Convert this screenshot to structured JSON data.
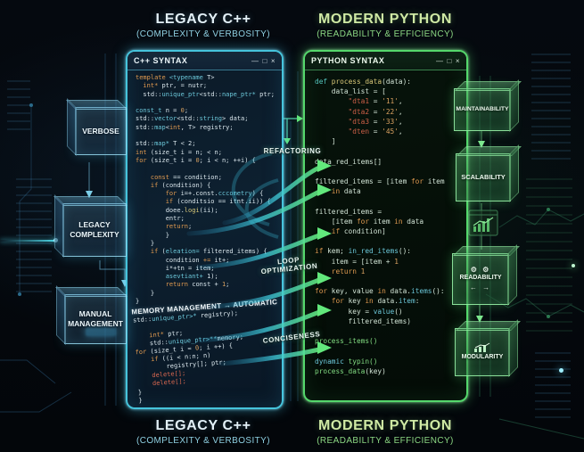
{
  "palette": {
    "cyan_accent": "#46c4dc",
    "green_accent": "#55d86c"
  },
  "headers": {
    "top_left": {
      "title": "LEGACY C++",
      "subtitle": "(COMPLEXITY & VERBOSITY)"
    },
    "top_right": {
      "title": "MODERN PYTHON",
      "subtitle": "(READABILITY & EFFICIENCY)"
    },
    "bottom_left": {
      "title": "LEGACY C++",
      "subtitle": "(COMPLEXITY & VERBOSITY)"
    },
    "bottom_right": {
      "title": "MODERN PYTHON",
      "subtitle": "(READABILITY & EFFICIENCY)"
    }
  },
  "cpp_window": {
    "title": "C++ SYNTAX",
    "controls": {
      "minimize": "—",
      "maximize": "□",
      "close": "×"
    },
    "memory_label": "MEMORY MANAGEMENT → AUTOMATIC",
    "code": [
      [
        [
          "k",
          "template"
        ],
        [
          "t",
          " <typename"
        ],
        [
          "p",
          " T>"
        ]
      ],
      [
        [
          "k",
          "  int*"
        ],
        [
          "p",
          " ptr, = nutr;"
        ]
      ],
      [
        [
          "p",
          "  std::"
        ],
        [
          "t",
          "unique_ptr"
        ],
        [
          "p",
          "<std::"
        ],
        [
          "t",
          "nape_ptr*"
        ],
        [
          "p",
          " ptr;"
        ]
      ],
      [],
      [
        [
          "t",
          "const_t"
        ],
        [
          "p",
          " n = "
        ],
        [
          "n",
          "0"
        ],
        [
          "p",
          ";"
        ]
      ],
      [
        [
          "p",
          "std::"
        ],
        [
          "t",
          "vector"
        ],
        [
          "p",
          "<std::"
        ],
        [
          "t",
          "string"
        ],
        [
          "p",
          "> data;"
        ]
      ],
      [
        [
          "p",
          "std::"
        ],
        [
          "t",
          "map"
        ],
        [
          "p",
          "<"
        ],
        [
          "k",
          "int"
        ],
        [
          "p",
          ", T> registry;"
        ]
      ],
      [],
      [
        [
          "p",
          "std::"
        ],
        [
          "t",
          "map*"
        ],
        [
          "p",
          " T < 2;"
        ]
      ],
      [
        [
          "k",
          "int"
        ],
        [
          "p",
          " (size_t i = n; < n;"
        ]
      ],
      [
        [
          "k",
          "for"
        ],
        [
          "p",
          " (size_t i = "
        ],
        [
          "n",
          "0"
        ],
        [
          "p",
          "; i < n; ++i) {"
        ]
      ],
      [],
      [
        [
          "k",
          "    const"
        ],
        [
          "p",
          " == condition;"
        ]
      ],
      [
        [
          "k",
          "    if"
        ],
        [
          "p",
          " (condition) {"
        ]
      ],
      [
        [
          "k",
          "        for"
        ],
        [
          "p",
          " i=+.const."
        ],
        [
          "t",
          "cccometry"
        ],
        [
          "p",
          ") {"
        ]
      ],
      [
        [
          "k",
          "        if"
        ],
        [
          "p",
          " (conditsio == itnt.ii)) {"
        ]
      ],
      [
        [
          "p",
          "        doee."
        ],
        [
          "f",
          "logi"
        ],
        [
          "p",
          "(ii);"
        ]
      ],
      [
        [
          "p",
          "        entr;"
        ]
      ],
      [
        [
          "k",
          "        return"
        ],
        [
          "p",
          ";"
        ]
      ],
      [
        [
          "p",
          "        }"
        ]
      ],
      [
        [
          "p",
          "    }"
        ]
      ],
      [
        [
          "k",
          "    if"
        ],
        [
          "p",
          " ("
        ],
        [
          "t",
          "eleation="
        ],
        [
          "p",
          " filtered_items) {"
        ]
      ],
      [
        [
          "p",
          "        condition "
        ],
        [
          "k",
          "+="
        ],
        [
          "p",
          " it+;"
        ]
      ],
      [
        [
          "p",
          "        i*+tn = item;"
        ]
      ],
      [
        [
          "t",
          "        asevtiant+"
        ],
        [
          "p",
          " 1);"
        ]
      ],
      [
        [
          "k",
          "        return"
        ],
        [
          "p",
          " const + "
        ],
        [
          "n",
          "1"
        ],
        [
          "p",
          ";"
        ]
      ],
      [
        [
          "p",
          "    }"
        ]
      ],
      [
        [
          "p",
          "}"
        ]
      ]
    ],
    "memory_code": [
      [
        [
          "p",
          "std::"
        ],
        [
          "t",
          "unique_ptr>*"
        ],
        [
          "p",
          " registry);"
        ]
      ],
      [],
      [
        [
          "k",
          "    int*"
        ],
        [
          "p",
          " ptr;"
        ]
      ],
      [
        [
          "p",
          "    std::"
        ],
        [
          "t",
          "unique_ptr>**"
        ],
        [
          "p",
          "memory;"
        ]
      ],
      [
        [
          "k",
          "for"
        ],
        [
          "p",
          " (size_t i = "
        ],
        [
          "n",
          "0"
        ],
        [
          "p",
          "; i ++) {"
        ]
      ],
      [
        [
          "k",
          "    if"
        ],
        [
          "p",
          " ((i < n:n; n)"
        ]
      ],
      [
        [
          "p",
          "        registry[]; ptr;"
        ]
      ],
      [
        [
          "r",
          "    delete[];"
        ]
      ],
      [
        [
          "r",
          "    delete[];"
        ]
      ],
      [
        [
          "p",
          "}"
        ]
      ],
      [
        [
          "p",
          "}"
        ]
      ]
    ]
  },
  "python_window": {
    "title": "PYTHON SYNTAX",
    "controls": {
      "minimize": "—",
      "maximize": "□",
      "close": "×"
    },
    "code": [
      [
        [
          "d",
          "def"
        ],
        [
          "f",
          " process_data"
        ],
        [
          "p",
          "(data):"
        ]
      ],
      [
        [
          "p",
          "    data_list = ["
        ]
      ],
      [
        [
          "s",
          "        \"dta1"
        ],
        [
          "p",
          " = "
        ],
        [
          "n",
          "'11'"
        ],
        [
          "p",
          ","
        ]
      ],
      [
        [
          "s",
          "        \"dta2"
        ],
        [
          "p",
          " = "
        ],
        [
          "n",
          "'22'"
        ],
        [
          "p",
          ","
        ]
      ],
      [
        [
          "s",
          "        \"dta3"
        ],
        [
          "p",
          " = "
        ],
        [
          "n",
          "'33'"
        ],
        [
          "p",
          ","
        ]
      ],
      [
        [
          "s",
          "        \"dten"
        ],
        [
          "p",
          " = "
        ],
        [
          "n",
          "'45'"
        ],
        [
          "p",
          ","
        ]
      ],
      [
        [
          "p",
          "    ]"
        ]
      ],
      [],
      [
        [
          "p",
          "data_red_items[]"
        ]
      ],
      [],
      [
        [
          "p",
          "filtered_items = [item "
        ],
        [
          "k",
          "for"
        ],
        [
          "p",
          " item"
        ]
      ],
      [
        [
          "p",
          "    "
        ],
        [
          "k",
          "in"
        ],
        [
          "p",
          " data"
        ]
      ],
      [],
      [
        [
          "p",
          "filtered_items ="
        ]
      ],
      [
        [
          "p",
          "    [item "
        ],
        [
          "k",
          "for"
        ],
        [
          "p",
          " item "
        ],
        [
          "k",
          "in"
        ],
        [
          "p",
          " data"
        ]
      ],
      [
        [
          "p",
          "    "
        ],
        [
          "k",
          "if"
        ],
        [
          "p",
          " condition]"
        ]
      ],
      [],
      [
        [
          "k",
          "if"
        ],
        [
          "p",
          " kem; "
        ],
        [
          "t",
          "in_red_items"
        ],
        [
          "p",
          "():"
        ]
      ],
      [
        [
          "p",
          "    item = [item + "
        ],
        [
          "n",
          "1"
        ]
      ],
      [
        [
          "p",
          "    "
        ],
        [
          "k",
          "return"
        ],
        [
          "p",
          " "
        ],
        [
          "n",
          "1"
        ]
      ],
      [],
      [
        [
          "k",
          "for"
        ],
        [
          "p",
          " key, value "
        ],
        [
          "k",
          "in"
        ],
        [
          "p",
          " data."
        ],
        [
          "t",
          "items"
        ],
        [
          "p",
          "():"
        ]
      ],
      [
        [
          "p",
          "    "
        ],
        [
          "k",
          "for"
        ],
        [
          "p",
          " key "
        ],
        [
          "k",
          "in"
        ],
        [
          "p",
          " data."
        ],
        [
          "t",
          "item"
        ],
        [
          "p",
          ":"
        ]
      ],
      [
        [
          "p",
          "        key = "
        ],
        [
          "t",
          "value"
        ],
        [
          "p",
          "()"
        ]
      ],
      [
        [
          "p",
          "        filtered_items)"
        ]
      ],
      [],
      [
        [
          "g",
          "process_items()"
        ]
      ],
      [],
      [
        [
          "t",
          "dynamic"
        ],
        [
          "g",
          " typin()"
        ]
      ],
      [
        [
          "g",
          "process_data"
        ],
        [
          "p",
          "(key)"
        ]
      ]
    ]
  },
  "left_boxes": [
    {
      "label": "VERBOSE"
    },
    {
      "label": "LEGACY COMPLEXITY"
    },
    {
      "label": "MANUAL MANAGEMENT"
    }
  ],
  "right_boxes": [
    {
      "label": "MAINTAINABILITY"
    },
    {
      "label": "SCALABILITY"
    },
    {
      "label": "READABILITY",
      "gear_icons": "⚙ ⚙",
      "arrow_icons": "← →"
    },
    {
      "label": "MODULARITY"
    }
  ],
  "flow_labels": {
    "refactoring": "REFACTORING",
    "loop_optimization_line1": "LOOP",
    "loop_optimization_line2": "OPTIMIZATION",
    "conciseness": "CONCISENESS"
  }
}
